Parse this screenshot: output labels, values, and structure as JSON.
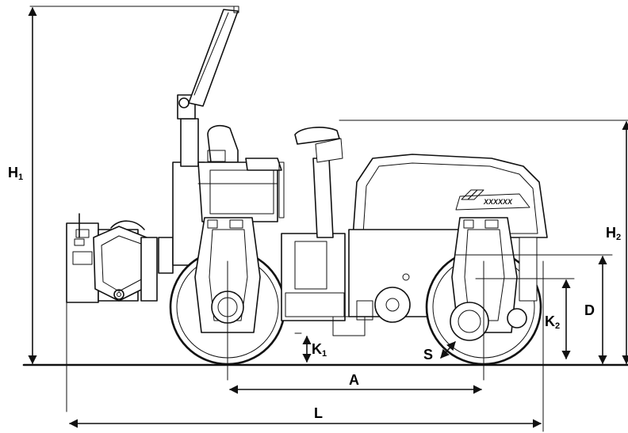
{
  "diagram": {
    "labels": {
      "h1_main": "H",
      "h1_sub": "1",
      "h2_main": "H",
      "h2_sub": "2",
      "k1_main": "K",
      "k1_sub": "1",
      "k2_main": "K",
      "k2_sub": "2",
      "a": "A",
      "l": "L",
      "d": "D",
      "s": "S"
    },
    "decal": "XXXXXX",
    "colors": {
      "ink": "#111111",
      "background": "#ffffff"
    }
  }
}
